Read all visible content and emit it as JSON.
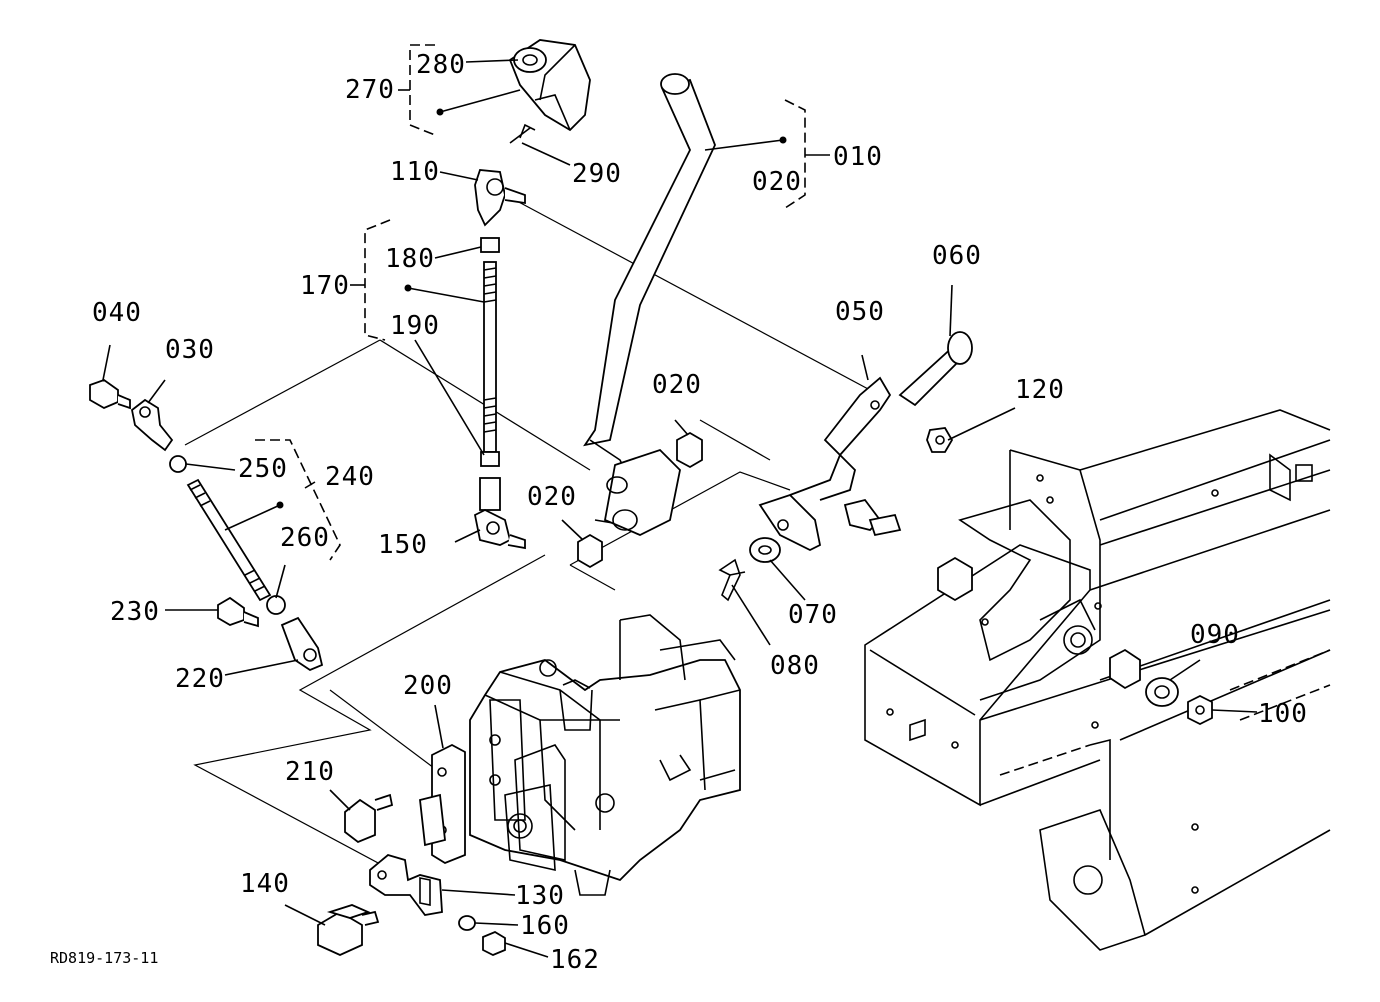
{
  "drawing": {
    "reference_code": "RD819-173-11",
    "labels": {
      "p010": "010",
      "p020a": "020",
      "p020b": "020",
      "p020c": "020",
      "p030": "030",
      "p040": "040",
      "p050": "050",
      "p060": "060",
      "p070": "070",
      "p080": "080",
      "p090": "090",
      "p100": "100",
      "p110": "110",
      "p120": "120",
      "p130": "130",
      "p140": "140",
      "p150": "150",
      "p160": "160",
      "p162": "162",
      "p170": "170",
      "p180": "180",
      "p190": "190",
      "p200": "200",
      "p210": "210",
      "p220": "220",
      "p230": "230",
      "p240": "240",
      "p250": "250",
      "p260": "260",
      "p270": "270",
      "p280": "280",
      "p290": "290"
    }
  }
}
